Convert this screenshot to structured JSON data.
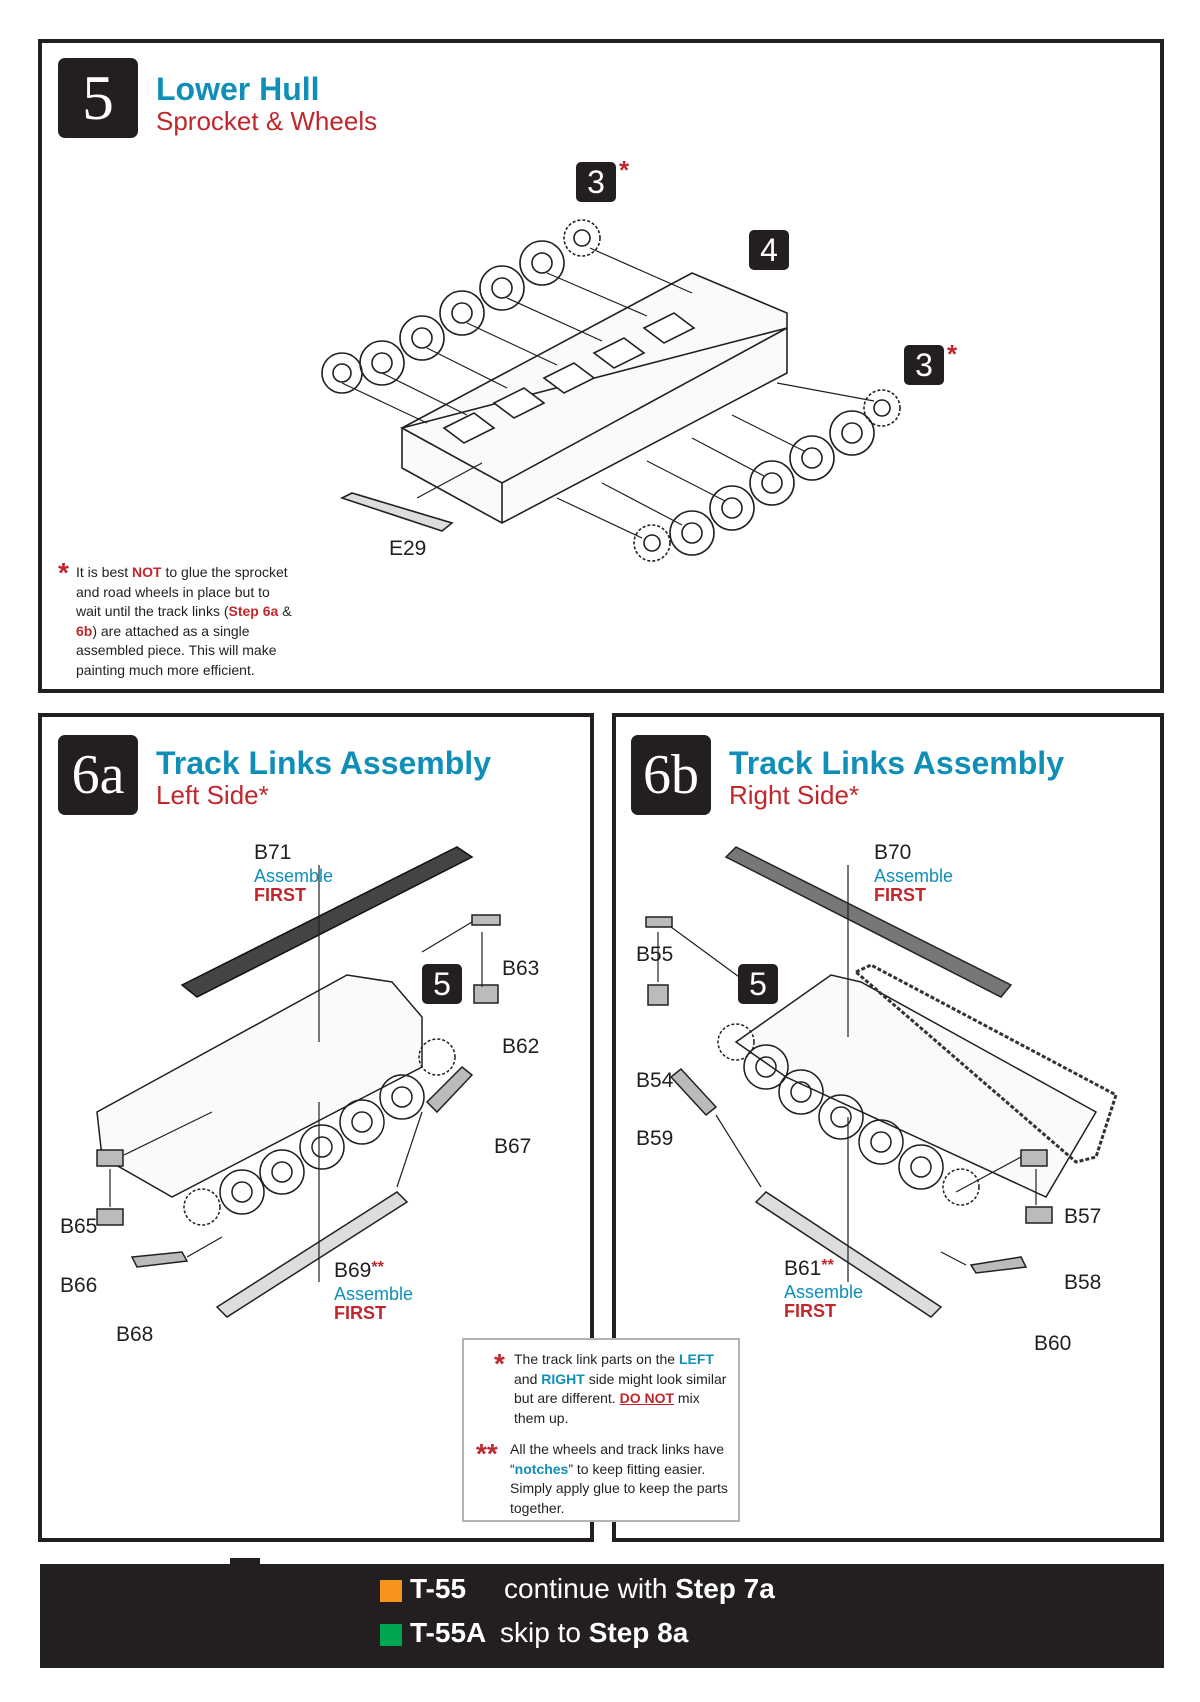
{
  "step5": {
    "number": "5",
    "title": "Lower Hull",
    "subtitle": "Sprocket & Wheels",
    "callout_sprocket": "3",
    "callout_hull": "4",
    "part_e29": "E29",
    "note_asterisk": "*",
    "note_parts": [
      "It is best ",
      "NOT",
      " to glue the sprocket and road wheels in place but to wait until the track links (",
      "Step 6a",
      " & ",
      "6b",
      ") are attached as a single assembled piece.  This will make painting much more efficient."
    ]
  },
  "step6a": {
    "number": "6a",
    "title": "Track Links Assembly",
    "subtitle": "Left Side*",
    "callout_hull": "5",
    "parts": {
      "b71": "B71",
      "b63": "B63",
      "b62": "B62",
      "b67": "B67",
      "b65": "B65",
      "b66": "B66",
      "b68": "B68",
      "b69": "B69"
    },
    "double_star": "**",
    "assemble": "Assemble",
    "first": "FIRST"
  },
  "step6b": {
    "number": "6b",
    "title": "Track Links Assembly",
    "subtitle": "Right Side*",
    "callout_hull": "5",
    "parts": {
      "b70": "B70",
      "b55": "B55",
      "b54": "B54",
      "b59": "B59",
      "b57": "B57",
      "b58": "B58",
      "b60": "B60",
      "b61": "B61"
    },
    "double_star": "**",
    "assemble": "Assemble",
    "first": "FIRST"
  },
  "notes_box": {
    "star1": "*",
    "note1_parts": [
      "The track link parts on the ",
      "LEFT",
      " and ",
      "RIGHT",
      " side might look similar but are different.  ",
      "DO NOT",
      " mix them up."
    ],
    "star2": "**",
    "note2_parts": [
      "All the wheels and track links have “",
      "notches",
      "” to keep fitting easier. Simply apply glue to keep the parts together."
    ]
  },
  "footer": {
    "t55_model": "T-55",
    "t55_text": "continue with ",
    "t55_step": "Step 7a",
    "t55a_model": "T-55A",
    "t55a_text": "skip to ",
    "t55a_step": "Step 8a",
    "colors": {
      "t55": "#f7941d",
      "t55a": "#00a651",
      "bar": "#231f20"
    }
  },
  "colors": {
    "blue": "#0f8fb8",
    "red": "#c0272d",
    "dark": "#231f20"
  }
}
